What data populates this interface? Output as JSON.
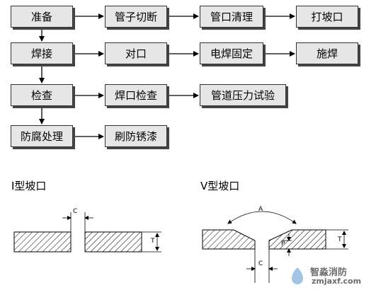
{
  "flow": {
    "row1": [
      "准备",
      "管子切断",
      "管口清理",
      "打坡口"
    ],
    "row2": [
      "焊接",
      "对口",
      "电焊固定",
      "施焊"
    ],
    "row3": [
      "检查",
      "焊口检查",
      "管道压力试验"
    ],
    "row4": [
      "防腐处理",
      "刷防锈漆"
    ]
  },
  "bevels": {
    "i_title": "I型坡口",
    "v_title": "V型坡口",
    "gap_label": "C",
    "thickness_label": "T",
    "angle_label": "A",
    "root_label": "P"
  },
  "watermark": {
    "name": "智淼消防",
    "url": "zmjaxf.com"
  }
}
